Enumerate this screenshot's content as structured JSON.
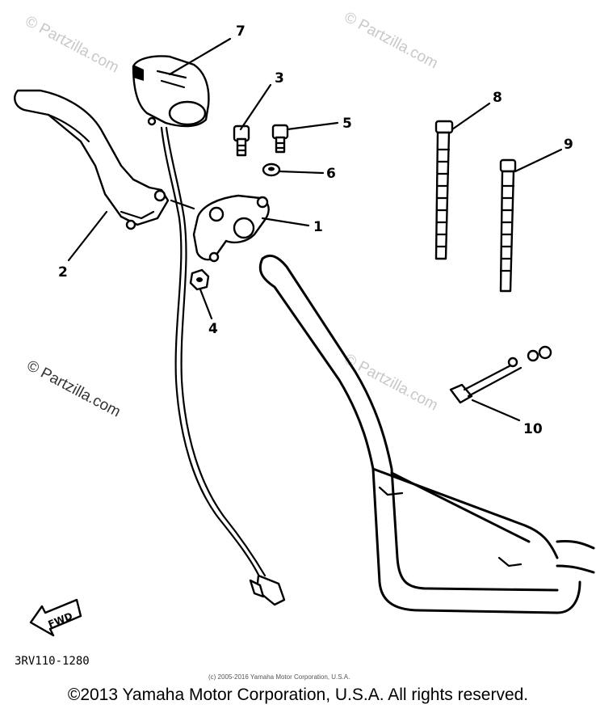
{
  "watermarks": [
    "© Partzilla.com",
    "© Partzilla.com",
    "© Partzilla.com",
    "© Partzilla.com"
  ],
  "callouts": {
    "c1": "1",
    "c2": "2",
    "c3": "3",
    "c4": "4",
    "c5": "5",
    "c6": "6",
    "c7": "7",
    "c8": "8",
    "c9": "9",
    "c10": "10"
  },
  "fwd_label": "FWD",
  "part_code": "3RV110-1280",
  "small_copyright": "(c) 2005-2016 Yamaha Motor Corporation, U.S.A.",
  "footer_copyright": "©2013 Yamaha Motor Corporation, U.S.A. All rights reserved."
}
